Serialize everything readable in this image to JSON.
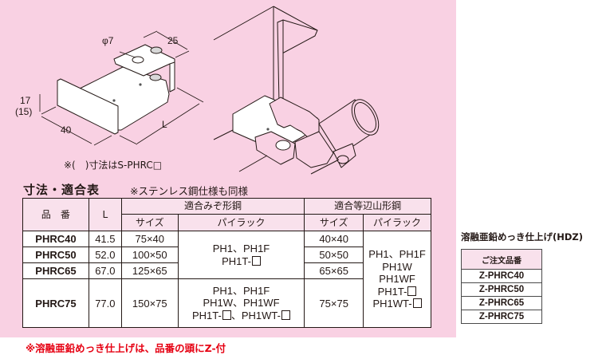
{
  "diagram": {
    "bracket": {
      "dimensions": {
        "hole_diameter": "φ7",
        "width_top": "25",
        "height": "17",
        "height_alt": "(15)",
        "depth": "40",
        "length": "L"
      }
    },
    "note": "※(　)寸法はS-PHRC□"
  },
  "spec_table": {
    "title": "寸法・適合表",
    "subtitle": "※ステンレス鋼仕様も同様",
    "headers": {
      "part_no": "品　番",
      "length": "L",
      "channel_group": "適合みぞ形鋼",
      "angle_group": "適合等辺山形鋼",
      "size": "サイズ",
      "pipe_rack": "パイラック"
    },
    "rows": [
      {
        "part_no": "PHRC40",
        "L": "41.5",
        "channel_size": "75×40",
        "angle_size": "40×40"
      },
      {
        "part_no": "PHRC50",
        "L": "52.0",
        "channel_size": "100×50",
        "angle_size": "50×50"
      },
      {
        "part_no": "PHRC65",
        "L": "67.0",
        "channel_size": "125×65",
        "angle_size": "65×65"
      },
      {
        "part_no": "PHRC75",
        "L": "77.0",
        "channel_size": "150×75",
        "angle_size": "75×75"
      }
    ],
    "channel_rack_group1": [
      "PH1、PH1F",
      "PH1T-"
    ],
    "channel_rack_group2": [
      "PH1、PH1F",
      "PH1W、PH1WF",
      "PH1T-",
      "、PH1WT-"
    ],
    "angle_rack_all": [
      "PH1、PH1F",
      "PH1W",
      "PH1WF",
      "PH1T-",
      "PH1WT-"
    ]
  },
  "hdz": {
    "title": "溶融亜鉛めっき仕上げ(HDZ)",
    "header": "ご注文品番",
    "items": [
      "Z-PHRC40",
      "Z-PHRC50",
      "Z-PHRC65",
      "Z-PHRC75"
    ]
  },
  "footnote": "※溶融亜鉛めっき仕上げは、品番の頭にZ-付",
  "colors": {
    "panel_bg": "#f9d1e3",
    "header_bg": "#f9e1ec",
    "footnote": "#e60012",
    "line": "#231815"
  }
}
